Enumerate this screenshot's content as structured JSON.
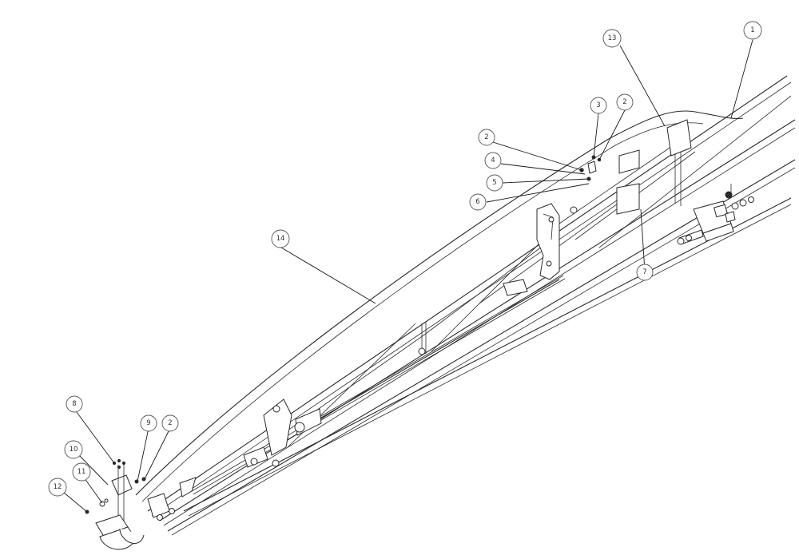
{
  "callouts": [
    {
      "id": "c1",
      "label": "1"
    },
    {
      "id": "c13",
      "label": "13"
    },
    {
      "id": "c3",
      "label": "3"
    },
    {
      "id": "c2a",
      "label": "2"
    },
    {
      "id": "c2b",
      "label": "2"
    },
    {
      "id": "c4",
      "label": "4"
    },
    {
      "id": "c5",
      "label": "5"
    },
    {
      "id": "c6",
      "label": "6"
    },
    {
      "id": "c7",
      "label": "7"
    },
    {
      "id": "c14",
      "label": "14"
    },
    {
      "id": "c8",
      "label": "8"
    },
    {
      "id": "c9",
      "label": "9"
    },
    {
      "id": "c2c",
      "label": "2"
    },
    {
      "id": "c10",
      "label": "10"
    },
    {
      "id": "c11",
      "label": "11"
    },
    {
      "id": "c12",
      "label": "12"
    }
  ]
}
